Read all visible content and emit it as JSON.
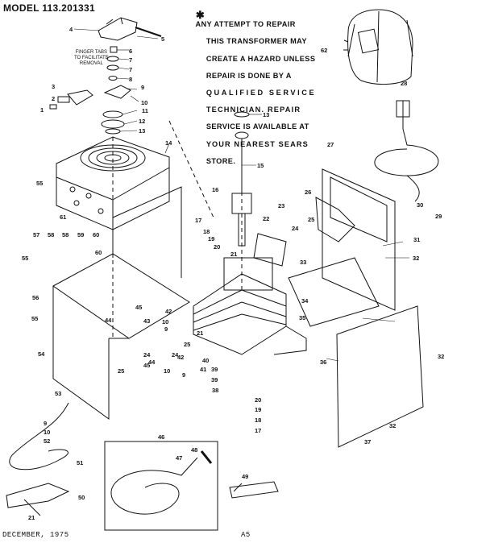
{
  "header": {
    "model": "MODEL 113.201331",
    "warning_symbol": "✱",
    "warning_lines": [
      "ANY ATTEMPT TO REPAIR",
      "THIS TRANSFORMER MAY",
      "CREATE A HAZARD UNLESS",
      "REPAIR IS DONE BY A",
      "QUALIFIED SERVICE",
      "TECHNICIAN. REPAIR",
      "SERVICE IS AVAILABLE AT",
      "YOUR NEAREST SEARS",
      "STORE."
    ]
  },
  "notes": {
    "finger_tabs": "FINGER TABS\nTO FACILITATE\nREMOVAL"
  },
  "footer": {
    "date": "DECEMBER, 1975",
    "page": "A5"
  },
  "part_labels": [
    {
      "id": "p4",
      "text": "4"
    },
    {
      "id": "p5",
      "text": "5"
    },
    {
      "id": "p6",
      "text": "6"
    },
    {
      "id": "p7a",
      "text": "7"
    },
    {
      "id": "p7b",
      "text": "7"
    },
    {
      "id": "p8",
      "text": "8"
    },
    {
      "id": "p9a",
      "text": "9"
    },
    {
      "id": "p10a",
      "text": "10"
    },
    {
      "id": "p3",
      "text": "3"
    },
    {
      "id": "p2",
      "text": "2"
    },
    {
      "id": "p1",
      "text": "1"
    },
    {
      "id": "p11",
      "text": "11"
    },
    {
      "id": "p12",
      "text": "12"
    },
    {
      "id": "p13a",
      "text": "13"
    },
    {
      "id": "p14",
      "text": "14"
    },
    {
      "id": "p13b",
      "text": "13"
    },
    {
      "id": "p15",
      "text": "15"
    },
    {
      "id": "p16",
      "text": "16"
    },
    {
      "id": "p55a",
      "text": "55"
    },
    {
      "id": "p61",
      "text": "61"
    },
    {
      "id": "p17a",
      "text": "17"
    },
    {
      "id": "p18a",
      "text": "18"
    },
    {
      "id": "p19a",
      "text": "19"
    },
    {
      "id": "p20a",
      "text": "20"
    },
    {
      "id": "p57",
      "text": "57"
    },
    {
      "id": "p58a",
      "text": "58"
    },
    {
      "id": "p58b",
      "text": "58"
    },
    {
      "id": "p59",
      "text": "59"
    },
    {
      "id": "p60a",
      "text": "60"
    },
    {
      "id": "p60b",
      "text": "60"
    },
    {
      "id": "p55b",
      "text": "55"
    },
    {
      "id": "p56",
      "text": "56"
    },
    {
      "id": "p55c",
      "text": "55"
    },
    {
      "id": "p54",
      "text": "54"
    },
    {
      "id": "p45a",
      "text": "45"
    },
    {
      "id": "p42a",
      "text": "42"
    },
    {
      "id": "p10b",
      "text": "10"
    },
    {
      "id": "p9b",
      "text": "9"
    },
    {
      "id": "p43",
      "text": "43"
    },
    {
      "id": "p44a",
      "text": "44"
    },
    {
      "id": "p21a",
      "text": "21"
    },
    {
      "id": "p24a",
      "text": "24"
    },
    {
      "id": "p25a",
      "text": "25"
    },
    {
      "id": "p44b",
      "text": "44"
    },
    {
      "id": "p45b",
      "text": "45"
    },
    {
      "id": "p24b",
      "text": "24"
    },
    {
      "id": "p25b",
      "text": "25"
    },
    {
      "id": "p42b",
      "text": "42"
    },
    {
      "id": "p10c",
      "text": "10"
    },
    {
      "id": "p9c",
      "text": "9"
    },
    {
      "id": "p41",
      "text": "41"
    },
    {
      "id": "p40",
      "text": "40"
    },
    {
      "id": "p39a",
      "text": "39"
    },
    {
      "id": "p39b",
      "text": "39"
    },
    {
      "id": "p38",
      "text": "38"
    },
    {
      "id": "p20b",
      "text": "20"
    },
    {
      "id": "p19b",
      "text": "19"
    },
    {
      "id": "p18b",
      "text": "18"
    },
    {
      "id": "p17b",
      "text": "17"
    },
    {
      "id": "p35",
      "text": "35"
    },
    {
      "id": "p22",
      "text": "22"
    },
    {
      "id": "p21b",
      "text": "21"
    },
    {
      "id": "p23",
      "text": "23"
    },
    {
      "id": "p24c",
      "text": "24"
    },
    {
      "id": "p25c",
      "text": "25"
    },
    {
      "id": "p26",
      "text": "26"
    },
    {
      "id": "p27",
      "text": "27"
    },
    {
      "id": "p28",
      "text": "28"
    },
    {
      "id": "p29",
      "text": "29"
    },
    {
      "id": "p30",
      "text": "30"
    },
    {
      "id": "p31",
      "text": "31"
    },
    {
      "id": "p32a",
      "text": "32"
    },
    {
      "id": "p33",
      "text": "33"
    },
    {
      "id": "p34",
      "text": "34"
    },
    {
      "id": "p32b",
      "text": "32"
    },
    {
      "id": "p36",
      "text": "36"
    },
    {
      "id": "p32c",
      "text": "32"
    },
    {
      "id": "p37",
      "text": "37"
    },
    {
      "id": "p62",
      "text": "62"
    },
    {
      "id": "p53",
      "text": "53"
    },
    {
      "id": "p9d",
      "text": "9"
    },
    {
      "id": "p10d",
      "text": "10"
    },
    {
      "id": "p52",
      "text": "52"
    },
    {
      "id": "p51",
      "text": "51"
    },
    {
      "id": "p50",
      "text": "50"
    },
    {
      "id": "p21c",
      "text": "21"
    },
    {
      "id": "p46",
      "text": "46"
    },
    {
      "id": "p47",
      "text": "47"
    },
    {
      "id": "p48",
      "text": "48"
    },
    {
      "id": "p49",
      "text": "49"
    }
  ]
}
